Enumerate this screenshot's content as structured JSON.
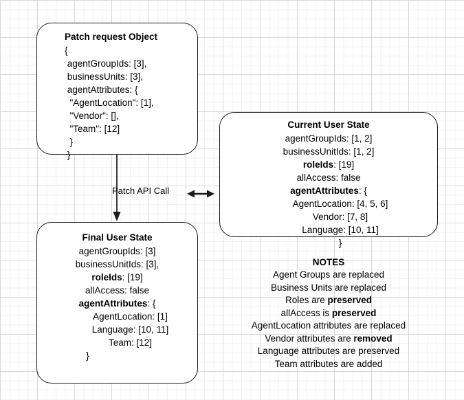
{
  "diagram": {
    "title": "Patch API user state diagram",
    "background": {
      "grid_minor_color": "#f2f2f2",
      "grid_major_color": "#d9d9d9",
      "page_color": "#ffffff"
    },
    "stroke_color": "#1a1a1a"
  },
  "patch_request": {
    "title": "Patch request Object",
    "lines": [
      "{",
      " agentGroupIds: [3],",
      " businessUnits: [3],",
      " agentAttributes: {",
      "  \"AgentLocation\": [1],",
      "  \"Vendor\": [],",
      "  \"Team\": [12]",
      "  }",
      " }"
    ]
  },
  "current_user_state": {
    "title": "Current User State",
    "lines": [
      {
        "text": "agentGroupIds: [1, 2]",
        "bold_prefix": "",
        "indent": 0
      },
      {
        "text": "businessUnitIds: [1, 2]",
        "bold_prefix": "",
        "indent": 0
      },
      {
        "text": ": [19]",
        "bold_prefix": "roleIds",
        "indent": 0
      },
      {
        "text": "allAccess: false",
        "bold_prefix": "",
        "indent": 0
      },
      {
        "text": ": {",
        "bold_prefix": "agentAttributes",
        "indent": 0
      },
      {
        "text": "AgentLocation: [4, 5, 6]",
        "bold_prefix": "",
        "indent": 1
      },
      {
        "text": "Vendor: [7, 8]",
        "bold_prefix": "",
        "indent": 1
      },
      {
        "text": "Language: [10, 11]",
        "bold_prefix": "",
        "indent": 1
      },
      {
        "text": "}",
        "bold_prefix": "",
        "indent": 1
      }
    ]
  },
  "final_user_state": {
    "title": "Final User State",
    "lines": [
      {
        "text": "agentGroupIds: [3]",
        "bold_prefix": "",
        "indent": 0
      },
      {
        "text": "businessUnitIds: [3],",
        "bold_prefix": "",
        "indent": 0
      },
      {
        "text": ": [19]",
        "bold_prefix": "roleIds",
        "indent": 0
      },
      {
        "text": "allAccess: false",
        "bold_prefix": "",
        "indent": 0
      },
      {
        "text": ": {",
        "bold_prefix": "agentAttributes",
        "indent": 0
      },
      {
        "text": "AgentLocation: [1]",
        "bold_prefix": "",
        "indent": 1
      },
      {
        "text": "Language: [10, 11]",
        "bold_prefix": "",
        "indent": 1
      },
      {
        "text": "Team: [12]",
        "bold_prefix": "",
        "indent": 1
      },
      {
        "text": "}",
        "bold_prefix": "",
        "indent": 2
      }
    ]
  },
  "connectors": {
    "patch_api_label": "Patch API Call",
    "patch_api_direction": "down",
    "bidirectional_label": "",
    "bidirectional_direction": "both"
  },
  "notes": {
    "title": "NOTES",
    "lines": [
      {
        "prefix": "Agent Groups are replaced",
        "bold": "",
        "suffix": ""
      },
      {
        "prefix": "Business Units are replaced",
        "bold": "",
        "suffix": ""
      },
      {
        "prefix": "Roles are ",
        "bold": "preserved",
        "suffix": ""
      },
      {
        "prefix": "allAccess is ",
        "bold": "preserved",
        "suffix": ""
      },
      {
        "prefix": "AgentLocation attributes are replaced",
        "bold": "",
        "suffix": ""
      },
      {
        "prefix": "Vendor attributes are ",
        "bold": "removed",
        "suffix": ""
      },
      {
        "prefix": "Language attributes are preserved",
        "bold": "",
        "suffix": ""
      },
      {
        "prefix": "Team attributes are added",
        "bold": "",
        "suffix": ""
      }
    ]
  }
}
